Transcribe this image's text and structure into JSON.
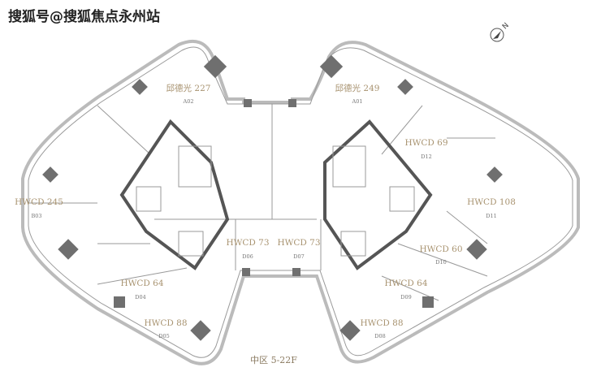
{
  "watermark": "搜狐号@搜狐焦点永州站",
  "compass": {
    "label": "N"
  },
  "units": [
    {
      "name": "邱德光 227",
      "code": "A02"
    },
    {
      "name": "邱德光 249",
      "code": "A01"
    },
    {
      "name": "HWCD 245",
      "code": "B03"
    },
    {
      "name": "HWCD 69",
      "code": "D12"
    },
    {
      "name": "HWCD 108",
      "code": "D11"
    },
    {
      "name": "HWCD 73",
      "code": "D06"
    },
    {
      "name": "HWCD 73",
      "code": "D07"
    },
    {
      "name": "HWCD 60",
      "code": "D10"
    },
    {
      "name": "HWCD 64",
      "code": "D04"
    },
    {
      "name": "HWCD 64",
      "code": "D09"
    },
    {
      "name": "HWCD 88",
      "code": "D05"
    },
    {
      "name": "HWCD 88",
      "code": "D08"
    }
  ],
  "floor_label": "中区 5-22F"
}
